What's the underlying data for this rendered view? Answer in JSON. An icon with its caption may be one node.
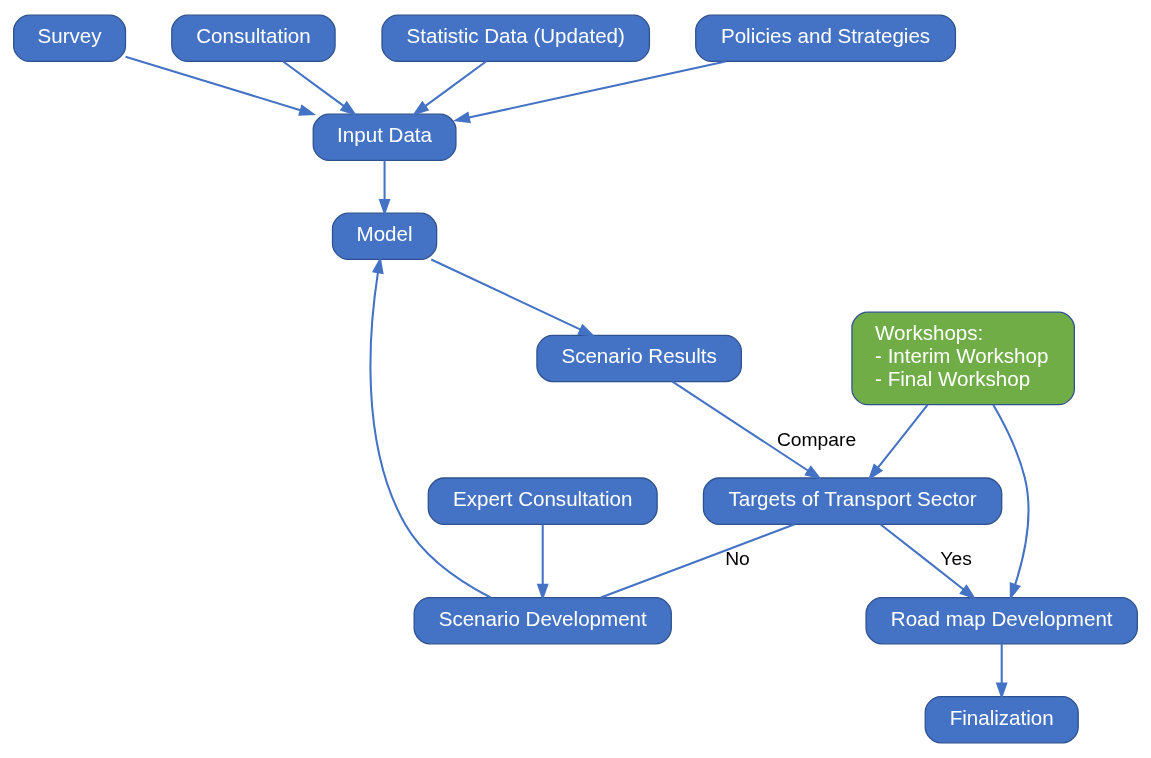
{
  "diagram": {
    "nodes": [
      {
        "text": [
          "Survey"
        ]
      },
      {
        "text": [
          "Consultation"
        ]
      },
      {
        "text": [
          "Statistic Data (Updated)"
        ]
      },
      {
        "text": [
          "Policies and Strategies"
        ]
      },
      {
        "text": [
          "Input Data"
        ]
      },
      {
        "text": [
          "Model"
        ]
      },
      {
        "text": [
          "Scenario Development"
        ]
      },
      {
        "text": [
          "Expert Consultation"
        ]
      },
      {
        "text": [
          "Scenario Results"
        ]
      },
      {
        "text": [
          "Targets of Transport Sector"
        ]
      },
      {
        "text": [
          "Workshops:",
          "- Interim Workshop",
          "- Final Workshop"
        ]
      },
      {
        "text": [
          "Road map Development"
        ]
      },
      {
        "text": [
          "Finalization"
        ]
      }
    ],
    "edges": [
      {
        "from": 0,
        "to": 4,
        "arrow": "to"
      },
      {
        "from": 1,
        "to": 4,
        "arrow": "to"
      },
      {
        "from": 2,
        "to": 4,
        "arrow": "to"
      },
      {
        "from": 3,
        "to": 4,
        "arrow": "to"
      },
      {
        "from": 4,
        "to": 5,
        "arrow": "to"
      },
      {
        "from": 6,
        "to": 5,
        "arrow": "to"
      },
      {
        "from": 7,
        "to": 6,
        "arrow": "to"
      },
      {
        "from": 5,
        "to": 8,
        "arrow": "to"
      },
      {
        "from": 8,
        "to": 9,
        "arrow": "to",
        "label": "Compare"
      },
      {
        "from": 9,
        "to": 6,
        "arrow": "none",
        "label": "No"
      },
      {
        "from": 9,
        "to": 11,
        "arrow": "to",
        "label": "Yes"
      },
      {
        "from": 10,
        "to": 9,
        "arrow": "to"
      },
      {
        "from": 10,
        "to": 11,
        "arrow": "to"
      },
      {
        "from": 11,
        "to": 12,
        "arrow": "to"
      }
    ]
  }
}
